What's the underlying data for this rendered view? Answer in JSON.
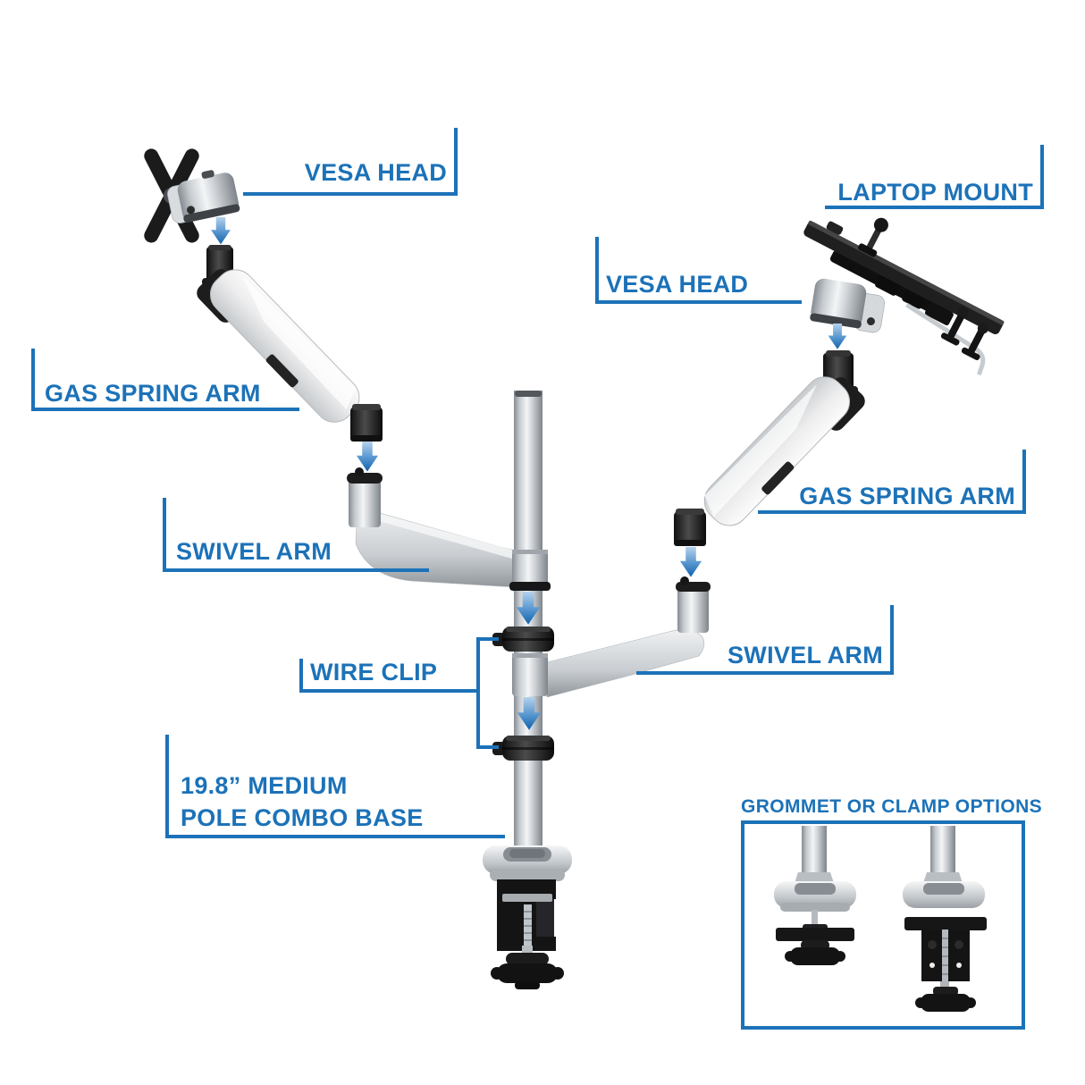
{
  "diagram": {
    "background_color": "#ffffff",
    "accent_color": "#1c72b8",
    "arrow_color_top": "#b5d2ec",
    "arrow_color_bottom": "#1162ae",
    "callouts": {
      "vesa_head_left": "VESA HEAD",
      "laptop_mount": "LAPTOP MOUNT",
      "vesa_head_right": "VESA HEAD",
      "gas_spring_arm_left": "GAS SPRING ARM",
      "swivel_arm_left": "SWIVEL ARM",
      "gas_spring_arm_right": "GAS SPRING ARM",
      "swivel_arm_right": "SWIVEL ARM",
      "wire_clip": "WIRE CLIP",
      "pole_base_line1": "19.8” MEDIUM",
      "pole_base_line2": "POLE COMBO BASE"
    },
    "inset": {
      "title": "GROMMET OR CLAMP OPTIONS"
    }
  }
}
